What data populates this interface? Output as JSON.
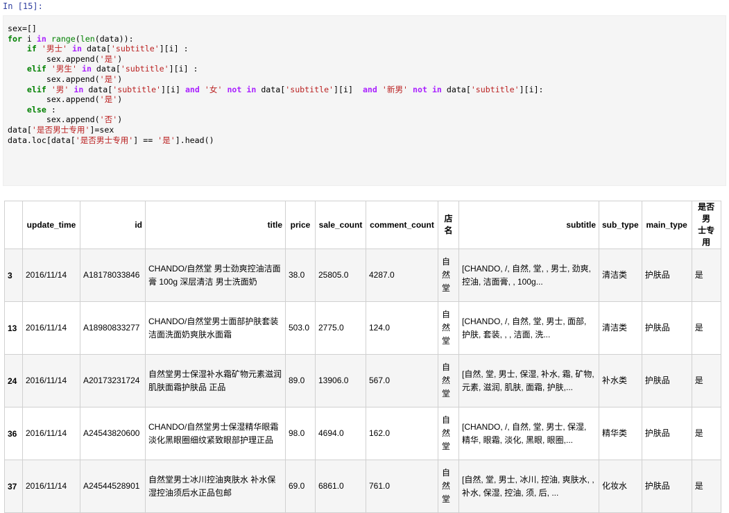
{
  "cell": {
    "prompt": "In [15]:",
    "code": {
      "l1_var": "sex=[]",
      "for_kw": "for",
      "i_var": " i ",
      "in_kw": "in",
      "range_fn": "range",
      "len_fn": "len",
      "data_var": "data",
      "if_kw": "if",
      "elif_kw": "elif",
      "else_kw": "else",
      "and_kw": "and",
      "not_kw": "not",
      "str_man1": "'男士'",
      "str_man2": "'男生'",
      "str_man3": "'男'",
      "str_woman": "'女'",
      "str_newman": "'新男'",
      "str_subtitle": "'subtitle'",
      "str_yes": "'是'",
      "str_no": "'否'",
      "str_col": "'是否男士专用'",
      "sex_append": "sex.append(",
      "head_call": "].head()",
      "data_open": "data[",
      "idx_i": "][i]",
      "close_paren": ")",
      "colon": ":",
      "eq": " == ",
      "assign_sex": "]=sex",
      "data_loc": "data.loc[data["
    }
  },
  "table": {
    "columns": [
      "",
      "update_time",
      "id",
      "title",
      "price",
      "sale_count",
      "comment_count",
      "店名",
      "subtitle",
      "sub_type",
      "main_type",
      "是否男士专用"
    ],
    "col_header_lines": {
      "shop": [
        "店",
        "名"
      ],
      "male": [
        "是否男",
        "士专用"
      ]
    },
    "rows": [
      {
        "index": "3",
        "update_time": "2016/11/14",
        "id": "A18178033846",
        "title": "CHANDO/自然堂 男士劲爽控油洁面膏 100g 深层清洁 男士洗面奶",
        "price": "38.0",
        "sale_count": "25805.0",
        "comment_count": "4287.0",
        "shop": [
          "自",
          "然",
          "堂"
        ],
        "subtitle": "[CHANDO, /, 自然, 堂, , 男士, 劲爽, 控油, 洁面膏, , 100g...",
        "sub_type": "清洁类",
        "main_type": "护肤品",
        "is_male": "是"
      },
      {
        "index": "13",
        "update_time": "2016/11/14",
        "id": "A18980833277",
        "title": "CHANDO/自然堂男士面部护肤套装洁面洗面奶爽肤水面霜",
        "price": "503.0",
        "sale_count": "2775.0",
        "comment_count": "124.0",
        "shop": [
          "自",
          "然",
          "堂"
        ],
        "subtitle": "[CHANDO, /, 自然, 堂, 男士, 面部, 护肤, 套装, , , 洁面, 洗...",
        "sub_type": "清洁类",
        "main_type": "护肤品",
        "is_male": "是"
      },
      {
        "index": "24",
        "update_time": "2016/11/14",
        "id": "A20173231724",
        "title": "自然堂男士保湿补水霜矿物元素滋润肌肤面霜护肤品 正品",
        "price": "89.0",
        "sale_count": "13906.0",
        "comment_count": "567.0",
        "shop": [
          "自",
          "然",
          "堂"
        ],
        "subtitle": "[自然, 堂, 男士, 保湿, 补水, 霜, 矿物, 元素, 滋润, 肌肤, 面霜, 护肤,...",
        "sub_type": "补水类",
        "main_type": "护肤品",
        "is_male": "是"
      },
      {
        "index": "36",
        "update_time": "2016/11/14",
        "id": "A24543820600",
        "title": "CHANDO/自然堂男士保湿精华眼霜淡化黑眼圈细纹紧致眼部护理正品",
        "price": "98.0",
        "sale_count": "4694.0",
        "comment_count": "162.0",
        "shop": [
          "自",
          "然",
          "堂"
        ],
        "subtitle": "[CHANDO, /, 自然, 堂, 男士, 保湿, 精华, 眼霜, 淡化, 黑眼, 眼圈,...",
        "sub_type": "精华类",
        "main_type": "护肤品",
        "is_male": "是"
      },
      {
        "index": "37",
        "update_time": "2016/11/14",
        "id": "A24544528901",
        "title": "自然堂男士冰川控油爽肤水 补水保湿控油须后水正品包邮",
        "price": "69.0",
        "sale_count": "6861.0",
        "comment_count": "761.0",
        "shop": [
          "自",
          "然",
          "堂"
        ],
        "subtitle": "[自然, 堂, 男士, 冰川, 控油, 爽肤水, , 补水, 保湿, 控油, 须, 后, ...",
        "sub_type": "化妆水",
        "main_type": "护肤品",
        "is_male": "是"
      }
    ]
  }
}
